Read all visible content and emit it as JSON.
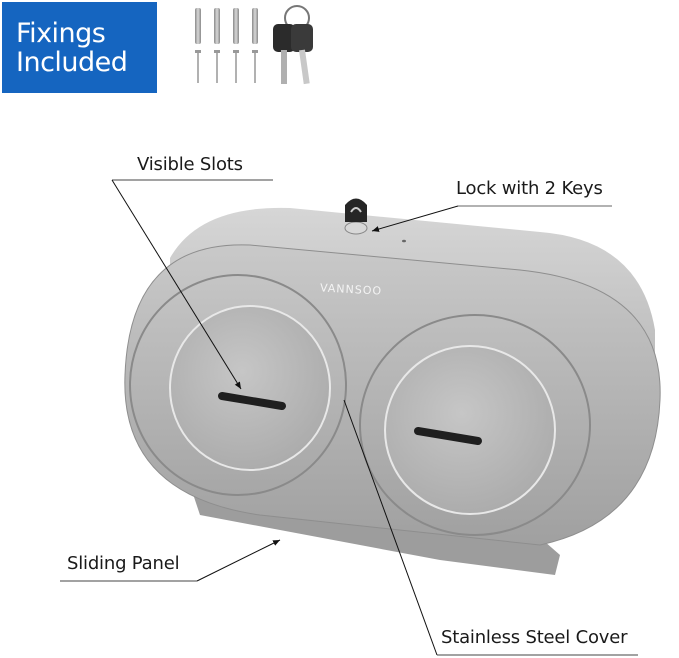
{
  "banner": {
    "line1": "Fixings",
    "line2": "Included",
    "background": "#1565c0"
  },
  "product": {
    "brand": "VANNSOO",
    "type": "double roll toilet paper dispenser",
    "finish": "brushed stainless steel"
  },
  "callouts": [
    {
      "id": "visible-slots",
      "label": "Visible Slots"
    },
    {
      "id": "lock",
      "label": "Lock with 2 Keys"
    },
    {
      "id": "sliding-panel",
      "label": "Sliding Panel"
    },
    {
      "id": "cover",
      "label": "Stainless Steel Cover"
    }
  ],
  "accessories": {
    "wall_plugs": 4,
    "screws": 4,
    "keys": 2
  }
}
